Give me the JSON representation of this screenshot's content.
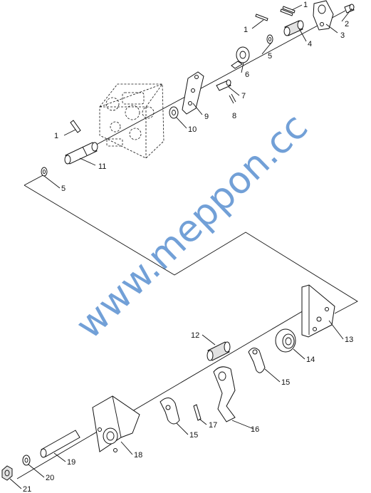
{
  "watermark": "www.meppon.cc",
  "callouts": [
    {
      "id": "c1a",
      "text": "1"
    },
    {
      "id": "c1b",
      "text": "1"
    },
    {
      "id": "c1c",
      "text": "1"
    },
    {
      "id": "c2",
      "text": "2"
    },
    {
      "id": "c3",
      "text": "3"
    },
    {
      "id": "c4",
      "text": "4"
    },
    {
      "id": "c5a",
      "text": "5"
    },
    {
      "id": "c5b",
      "text": "5"
    },
    {
      "id": "c6",
      "text": "6"
    },
    {
      "id": "c7",
      "text": "7"
    },
    {
      "id": "c8",
      "text": "8"
    },
    {
      "id": "c9",
      "text": "9"
    },
    {
      "id": "c10",
      "text": "10"
    },
    {
      "id": "c11",
      "text": "11"
    },
    {
      "id": "c12",
      "text": "12"
    },
    {
      "id": "c13",
      "text": "13"
    },
    {
      "id": "c14",
      "text": "14"
    },
    {
      "id": "c15a",
      "text": "15"
    },
    {
      "id": "c15b",
      "text": "15"
    },
    {
      "id": "c16",
      "text": "16"
    },
    {
      "id": "c17",
      "text": "17"
    },
    {
      "id": "c18",
      "text": "18"
    },
    {
      "id": "c19",
      "text": "19"
    },
    {
      "id": "c20",
      "text": "20"
    },
    {
      "id": "c21",
      "text": "21"
    }
  ]
}
